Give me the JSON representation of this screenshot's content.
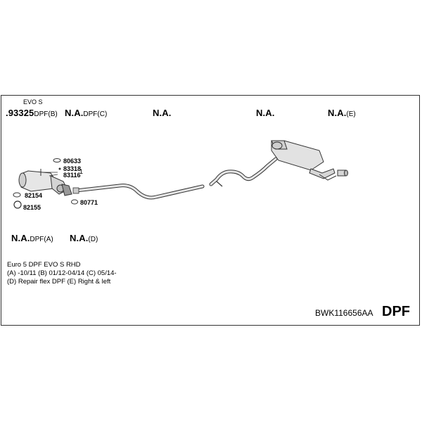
{
  "header": {
    "evo_label": "EVO S",
    "part1_code": ".93325",
    "part1_suffix": "DPF(B)",
    "part2_code": "N.A.",
    "part2_suffix": "DPF(C)",
    "part3_code": "N.A.",
    "part4_code": "N.A.",
    "part5_code": "N.A.",
    "part5_suffix": "(E)"
  },
  "lower": {
    "part6_code": "N.A.",
    "part6_suffix": "DPF(A)",
    "part7_code": "N.A.",
    "part7_suffix": "(D)"
  },
  "callouts": {
    "c80633": "80633",
    "c83318": "83318",
    "c83116": "83116",
    "qty1": "1",
    "c82154": "82154",
    "c82155": "82155",
    "c80771": "80771"
  },
  "notes": {
    "line1": "Euro 5   DPF EVO S   RHD",
    "line2": "(A) -10/11 (B) 01/12-04/14 (C) 05/14-",
    "line3": "(D) Repair flex DPF (E) Right & left"
  },
  "footer": {
    "sku": "BWK116656AA",
    "type": "DPF"
  }
}
